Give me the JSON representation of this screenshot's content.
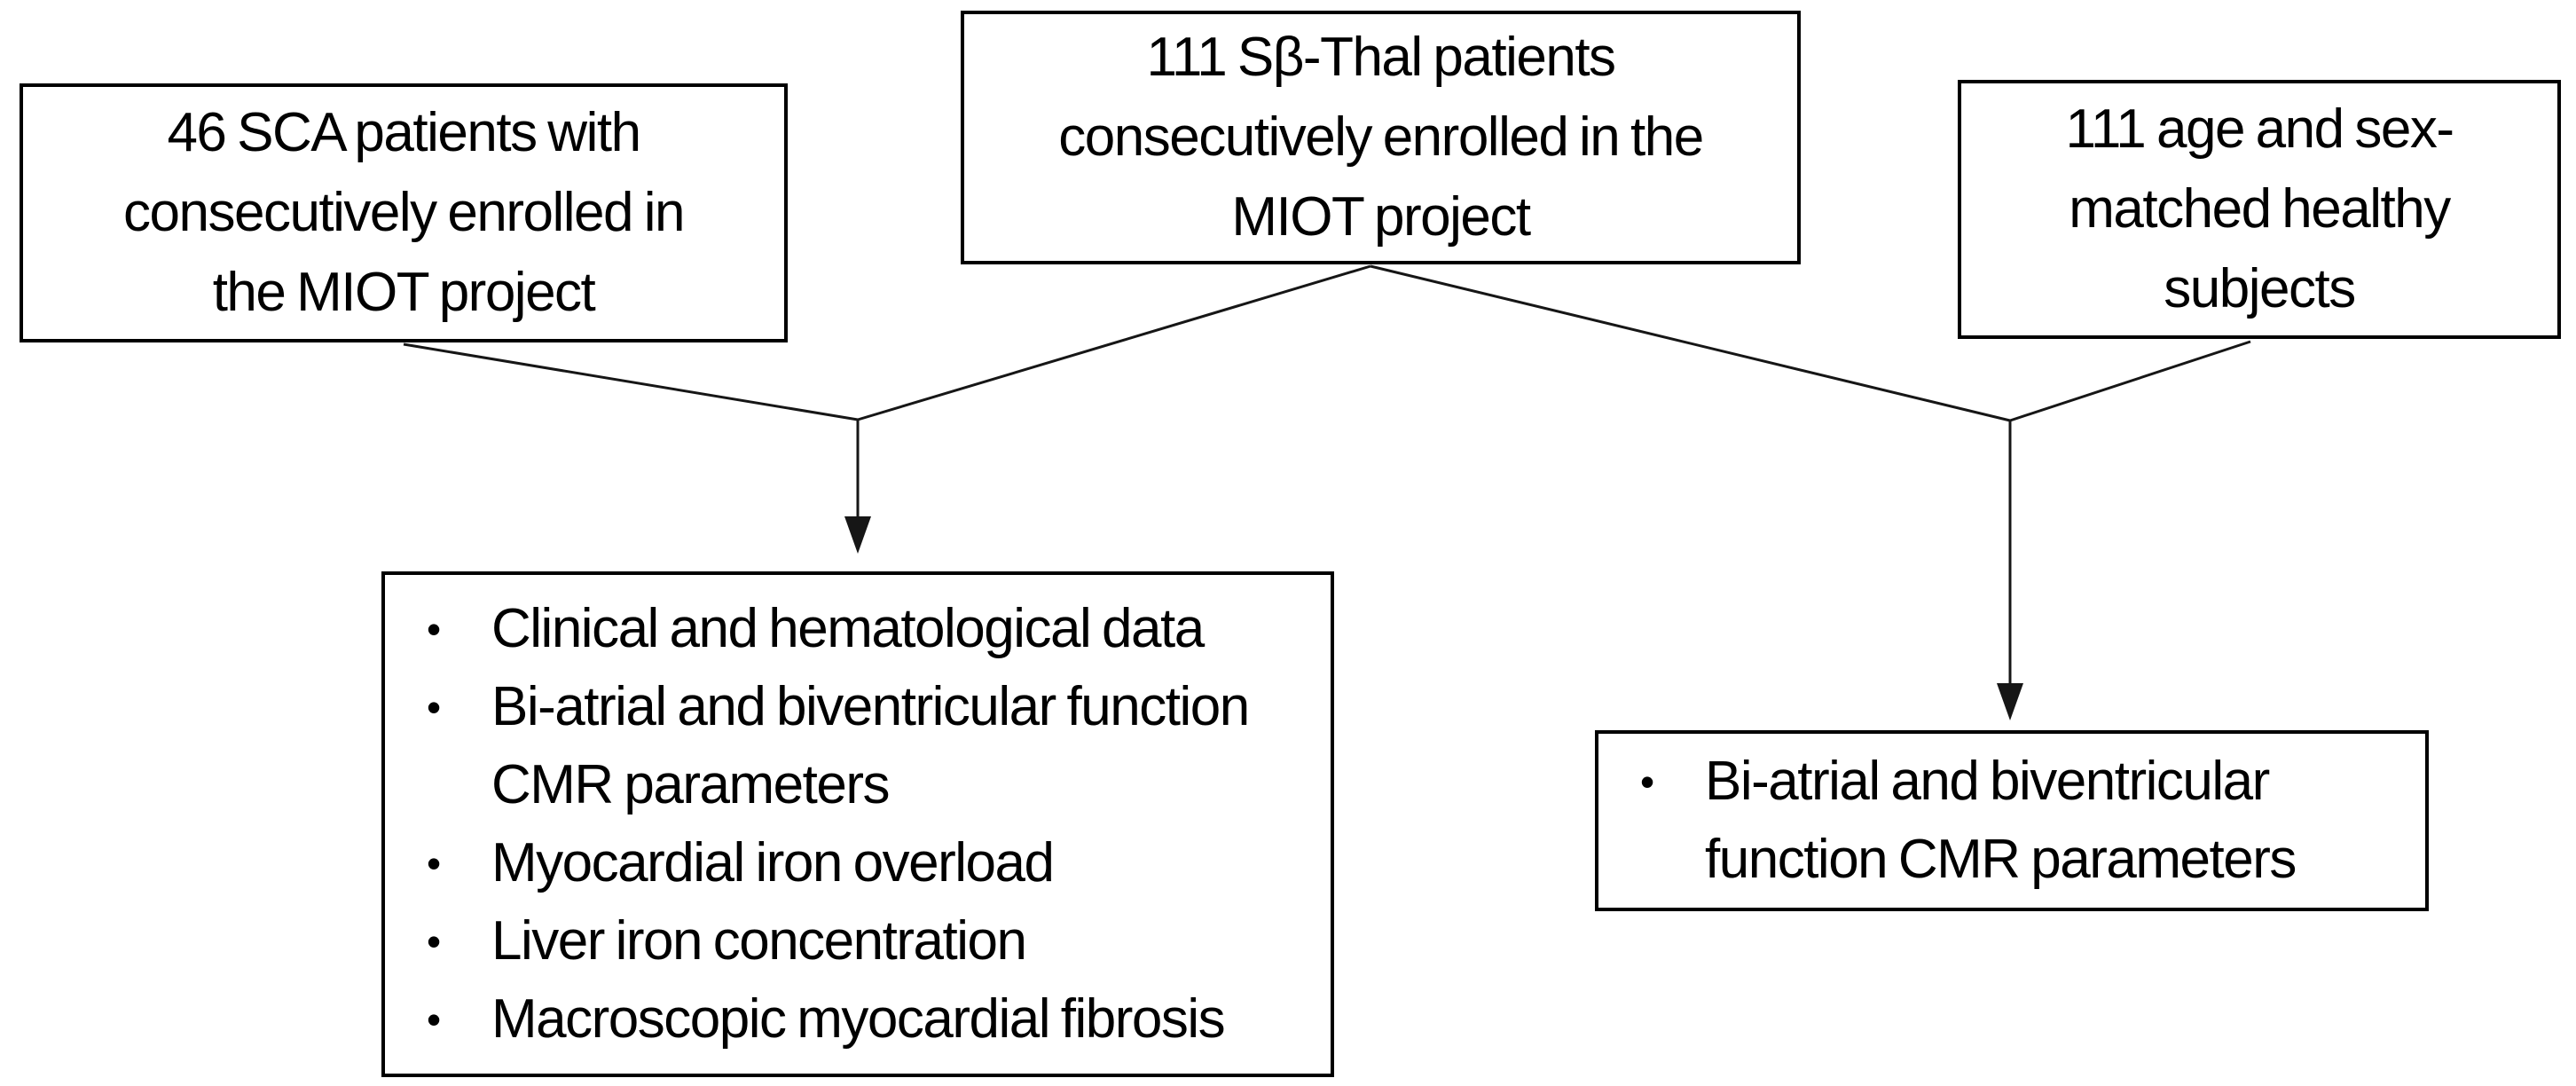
{
  "figure": {
    "kind": "study-enrollment-flowchart",
    "background": "#ffffff",
    "border_color": "#000000",
    "text_color": "#000000",
    "line_color": "#161616"
  },
  "glyphs": {
    "bullet": "•"
  },
  "boxes": {
    "sca": {
      "text": "46 SCA patients with consecutively enrolled in the MIOT project",
      "lines": [
        "46 SCA patients with",
        "consecutively enrolled in",
        "the MIOT project"
      ]
    },
    "sbthal": {
      "text": "111 Sβ-Thal patients consecutively enrolled in the MIOT project",
      "lines": [
        "111 Sβ-Thal patients",
        "consecutively enrolled in the",
        "MIOT project"
      ]
    },
    "healthy": {
      "text": "111 age and sex-matched healthy subjects",
      "lines": [
        "111 age and sex-",
        "matched healthy",
        "subjects"
      ]
    },
    "outcomes_patients": {
      "items": [
        "Clinical and hematological data",
        "Bi-atrial and biventricular function CMR parameters",
        "Myocardial iron overload",
        "Liver iron concentration",
        "Macroscopic myocardial fibrosis"
      ]
    },
    "outcomes_healthy": {
      "items": [
        "Bi-atrial and biventricular function CMR parameters"
      ]
    }
  },
  "connections": [
    {
      "from": "sca",
      "to": "outcomes_patients"
    },
    {
      "from": "sbthal",
      "to": "outcomes_patients"
    },
    {
      "from": "sbthal",
      "to": "outcomes_healthy"
    },
    {
      "from": "healthy",
      "to": "outcomes_healthy"
    }
  ]
}
